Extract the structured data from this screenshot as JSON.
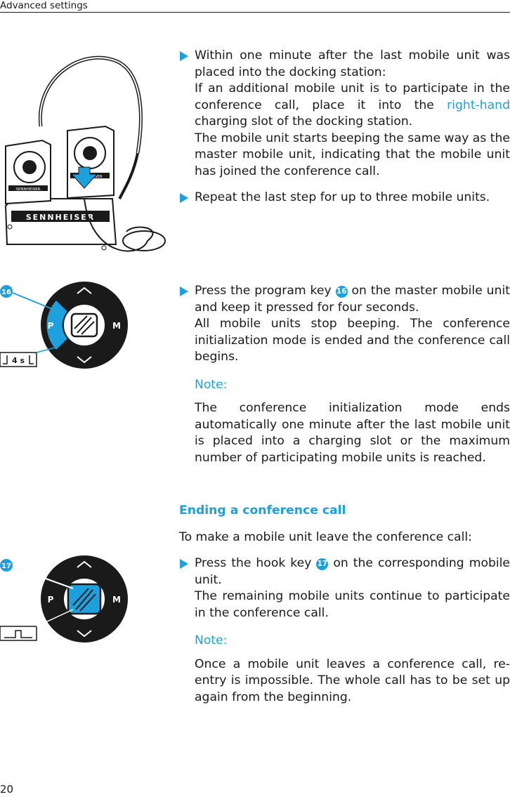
{
  "header": {
    "section_title": "Advanced settings"
  },
  "steps": [
    {
      "line1": "Within one minute after the last mobile unit was placed into the docking station:",
      "para2_prefix": "If an additional mobile unit is to participate in the conference call, place it into the",
      "para2_accent": "right-hand",
      "para2_suffix": "charging slot of the docking station.",
      "para3": "The mobile unit starts beeping the same way as the master mobile unit, indicating that the mobile unit has joined the conference call."
    },
    {
      "text": "Repeat the last step for up to three mobile units."
    }
  ],
  "program_step": {
    "prefix": "Press the program key",
    "key_number": "16",
    "suffix": "on the master mobile unit and keep it pressed for four seconds.",
    "para2": "All mobile units stop beeping. The conference initialization mode is ended and the conference call begins."
  },
  "note1": {
    "label": "Note:",
    "text": "The conference initialization mode ends automatically one minute after the last mobile unit is placed into a charging slot or the maximum number of participating mobile units is reached."
  },
  "ending": {
    "heading": "Ending a conference call",
    "intro": "To make a mobile unit leave the conference call:",
    "step_prefix": "Press the hook key",
    "key_number": "17",
    "step_suffix": "on the corresponding mobile unit.",
    "para2": "The remaining mobile units continue to participate in the conference call."
  },
  "note2": {
    "label": "Note:",
    "text": "Once a mobile unit leaves a conference call, re-entry is impossible. The whole call has to be set up again from the beginning."
  },
  "figures": {
    "dock_brand_large": "SENNHEISER",
    "dock_brand_small": "SENNHEISER",
    "key_p_label": "P",
    "key_m_label": "M",
    "callout_16": "16",
    "callout_17": "17",
    "press_duration_label": "4 s"
  },
  "footer": {
    "page_number": "20"
  },
  "colors": {
    "accent": "#1ea0dc",
    "ink": "#1a1a1a"
  }
}
